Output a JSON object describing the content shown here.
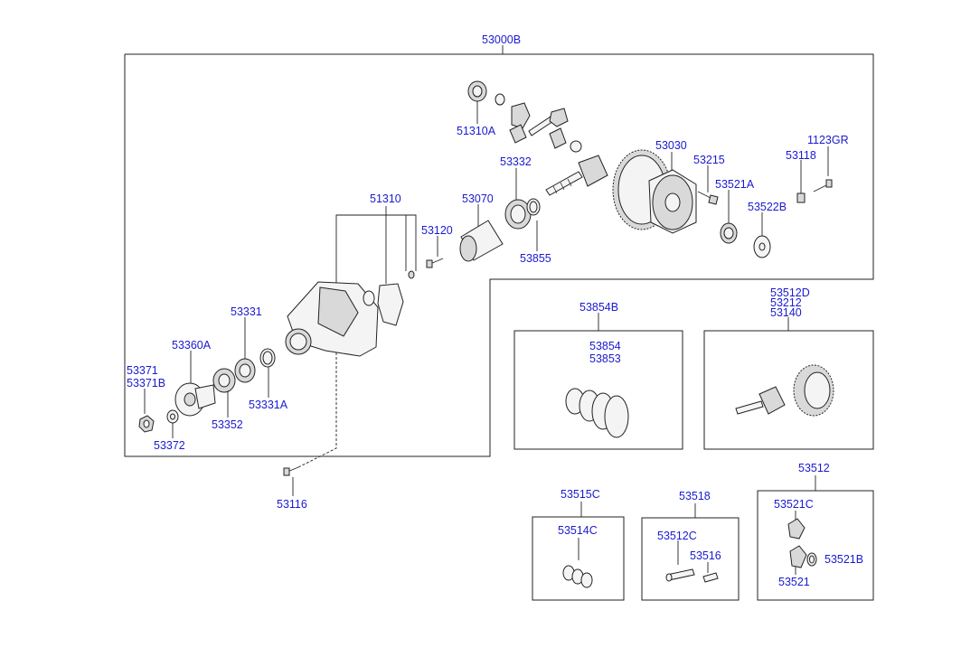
{
  "assembly_label": "53000B",
  "labels": {
    "p51310A": "51310A",
    "p53332": "53332",
    "p53030": "53030",
    "p53215": "53215",
    "p1123GR": "1123GR",
    "p53118": "53118",
    "p53521A": "53521A",
    "p53522B": "53522B",
    "p51310": "51310",
    "p53070": "53070",
    "p53120": "53120",
    "p53855": "53855",
    "p53331": "53331",
    "p53360A": "53360A",
    "p53371": "53371",
    "p53371B": "53371B",
    "p53352": "53352",
    "p53331A": "53331A",
    "p53372": "53372",
    "p53116": "53116",
    "p53854B": "53854B",
    "p53854": "53854",
    "p53853": "53853",
    "p53512D": "53512D",
    "p53212": "53212",
    "p53140": "53140",
    "p53512": "53512",
    "p53515C": "53515C",
    "p53514C": "53514C",
    "p53518": "53518",
    "p53512C": "53512C",
    "p53516": "53516",
    "p53521C": "53521C",
    "p53521B": "53521B",
    "p53521": "53521"
  }
}
